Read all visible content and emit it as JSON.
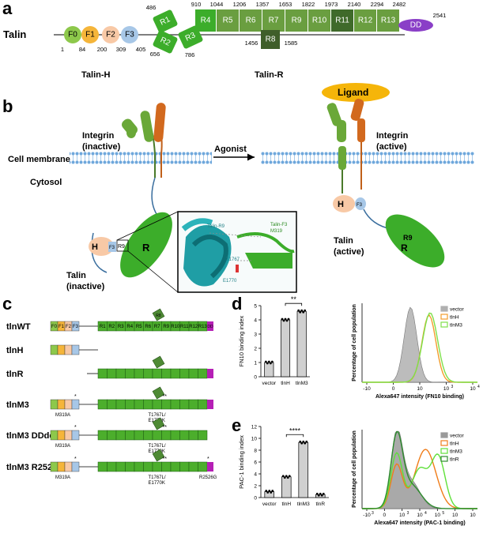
{
  "panels": {
    "a": "a",
    "b": "b",
    "c": "c",
    "d": "d",
    "e": "e"
  },
  "a": {
    "protein": "Talin",
    "head_domains": [
      {
        "label": "F0",
        "color": "#8dc84b"
      },
      {
        "label": "F1",
        "color": "#f5b53a"
      },
      {
        "label": "F2",
        "color": "#f8c9a6"
      },
      {
        "label": "F3",
        "color": "#a7c7e7"
      }
    ],
    "rod_domains": [
      "R1",
      "R2",
      "R3",
      "R4",
      "R5",
      "R6",
      "R7",
      "R8",
      "R9",
      "R10",
      "R11",
      "R12",
      "R13",
      "DD"
    ],
    "numbers": [
      "1",
      "84",
      "200",
      "309",
      "405",
      "486",
      "656",
      "786",
      "910",
      "1044",
      "1206",
      "1357",
      "1456",
      "1585",
      "1653",
      "1822",
      "1973",
      "2140",
      "2294",
      "2482",
      "2541"
    ],
    "talin_h": "Talin-H",
    "talin_r": "Talin-R"
  },
  "b": {
    "integrin_inactive": [
      "Integrin",
      "(inactive)"
    ],
    "integrin_active": [
      "Integrin",
      "(active)"
    ],
    "ligand": "Ligand",
    "membrane": "Cell membrane",
    "agonist": "Agonist",
    "cytosol": "Cytosol",
    "talin_inactive": [
      "Talin",
      "(inactive)"
    ],
    "talin_active": [
      "Talin",
      "(active)"
    ],
    "H": "H",
    "R": "R",
    "F3": "F3",
    "R9": "R9",
    "inset": {
      "talin_r9": "Talin-R9",
      "talin_f3": [
        "Talin-F3",
        "M319"
      ],
      "t1767": "T1767",
      "e1770": "E1770"
    }
  },
  "c": {
    "constructs": [
      "tlnWT",
      "tlnH",
      "tlnR",
      "tlnM3",
      "tlnM3 DDdel",
      "tlnM3 R2526G"
    ],
    "wt_rod": [
      "R1",
      "R2",
      "R3",
      "R4",
      "R5",
      "R6",
      "R7",
      "R9",
      "R10",
      "R11",
      "R12",
      "R13",
      "DD"
    ],
    "wt_head": [
      "F0",
      "F1",
      "F2",
      "F3"
    ],
    "r8": "R8",
    "mut_head": "M319A",
    "mut_rod": [
      "T1767L/",
      "E1770K"
    ],
    "mut_r2526": "R2526G",
    "star": "*",
    "stars2": "**"
  },
  "d_bar": {
    "ylabel": "FN10 binding index",
    "yticks": [
      "0",
      "1",
      "2",
      "3",
      "4",
      "5"
    ],
    "categories": [
      "vector",
      "tlnH",
      "tlnM3"
    ],
    "values": [
      1.0,
      4.0,
      4.6
    ],
    "sig": "**"
  },
  "e_bar": {
    "ylabel": "PAC-1 binding index",
    "yticks": [
      "0",
      "2",
      "4",
      "6",
      "8",
      "10",
      "12"
    ],
    "categories": [
      "vector",
      "tlnH",
      "tlnM3",
      "tlnR"
    ],
    "values": [
      1.0,
      3.5,
      9.3,
      0.5
    ],
    "sig": "****"
  },
  "d_flow": {
    "ylabel": [
      "Percentage of cell population"
    ],
    "xlabel": "Alexa647 intensity (FN10 binding)",
    "xticks": [
      "-10",
      "0",
      "10",
      "10",
      "10"
    ],
    "xsup": [
      "",
      "",
      "",
      "3",
      "4"
    ],
    "legend": [
      {
        "name": "vector",
        "color": "#b0b0b0"
      },
      {
        "name": "tlnH",
        "color": "#f39c2b"
      },
      {
        "name": "tlnM3",
        "color": "#7ee04a"
      }
    ]
  },
  "e_flow": {
    "ylabel": [
      "Percentage of cell population"
    ],
    "xlabel": "Alexa647 intensity (PAC-1 binding)",
    "xticks": [
      "-10",
      "0",
      "10",
      "10",
      "10",
      "10",
      "10"
    ],
    "xsup": [
      "3",
      "",
      "3",
      "4",
      "5"
    ],
    "legend": [
      {
        "name": "vector",
        "color": "#9a9a9a"
      },
      {
        "name": "tlnH",
        "color": "#f07d1a"
      },
      {
        "name": "tlnM3",
        "color": "#5fe03a"
      },
      {
        "name": "tlnR",
        "color": "#2e8b2e"
      }
    ]
  },
  "chart_data": [
    {
      "type": "bar",
      "categories": [
        "vector",
        "tlnH",
        "tlnM3"
      ],
      "values": [
        1.0,
        4.0,
        4.6
      ],
      "ylabel": "FN10 binding index",
      "ylim": [
        0,
        5
      ]
    },
    {
      "type": "bar",
      "categories": [
        "vector",
        "tlnH",
        "tlnM3",
        "tlnR"
      ],
      "values": [
        1.0,
        3.5,
        9.3,
        0.5
      ],
      "ylabel": "PAC-1 binding index",
      "ylim": [
        0,
        12
      ]
    }
  ]
}
